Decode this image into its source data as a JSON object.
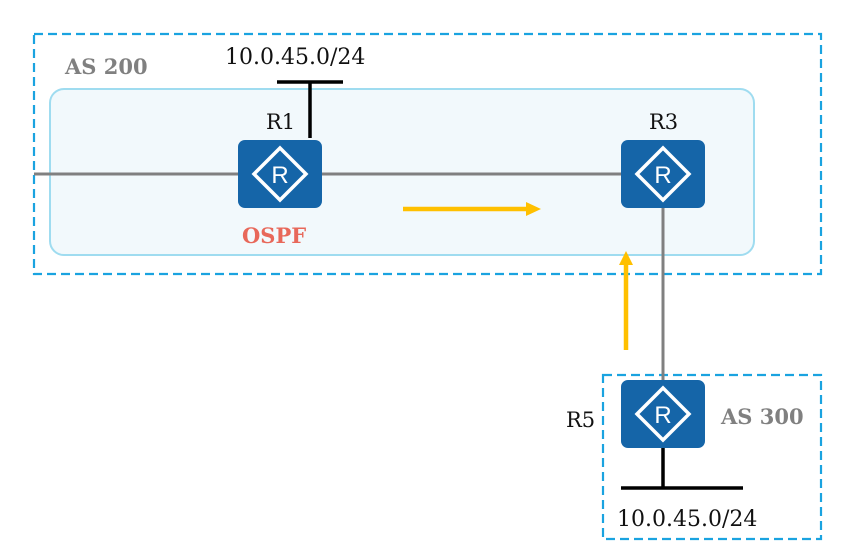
{
  "diagram": {
    "title": "OSPF / BGP route advertisement topology",
    "colors": {
      "as_border": "#1aa3e0",
      "ospf_area_border": "#9fdcf0",
      "ospf_area_fill": "#f2f9fc",
      "router_fill": "#1565a8",
      "link": "#808080",
      "network_bar": "#000000",
      "arrow": "#ffc000",
      "protocol_label": "#e8685a",
      "as_label": "#808080"
    },
    "autonomous_systems": [
      {
        "id": "as200",
        "label": "AS 200"
      },
      {
        "id": "as300",
        "label": "AS 300"
      }
    ],
    "ospf_area": {
      "label": "OSPF"
    },
    "routers": [
      {
        "id": "r1",
        "label": "R1",
        "icon": "router-icon"
      },
      {
        "id": "r3",
        "label": "R3",
        "icon": "router-icon"
      },
      {
        "id": "r5",
        "label": "R5",
        "icon": "router-icon"
      }
    ],
    "networks": [
      {
        "id": "net-r1",
        "label": "10.0.45.0/24",
        "attached_to": "R1"
      },
      {
        "id": "net-r5",
        "label": "10.0.45.0/24",
        "attached_to": "R5"
      }
    ],
    "links": [
      {
        "from": "external",
        "to": "R1"
      },
      {
        "from": "R1",
        "to": "R3"
      },
      {
        "from": "R3",
        "to": "R5"
      }
    ],
    "arrows": [
      {
        "id": "arrow-r1-r3",
        "direction": "right",
        "meaning": "route advertisement R1 toward R3"
      },
      {
        "id": "arrow-r5-r3",
        "direction": "up",
        "meaning": "route advertisement R5 toward R3"
      }
    ]
  }
}
